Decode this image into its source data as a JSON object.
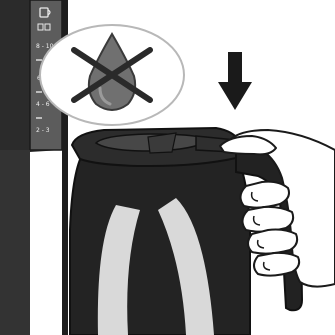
{
  "illustration": {
    "symbol_icon": "no-drip-icon",
    "action_icon": "arrow-down-icon",
    "water_tank_scale": {
      "labels": [
        "8 - 10",
        "6",
        "4 - 6",
        "2 - 3"
      ]
    },
    "colors": {
      "machine_body": "#2b2b2b",
      "tank_panel": "#5c5c5c",
      "carafe": "#232323",
      "carafe_highlight": "#d9d9d9",
      "drop": "#707070",
      "cross": "#2a2a2a",
      "skin": "#ffffff",
      "outline": "#1a1a1a"
    }
  }
}
